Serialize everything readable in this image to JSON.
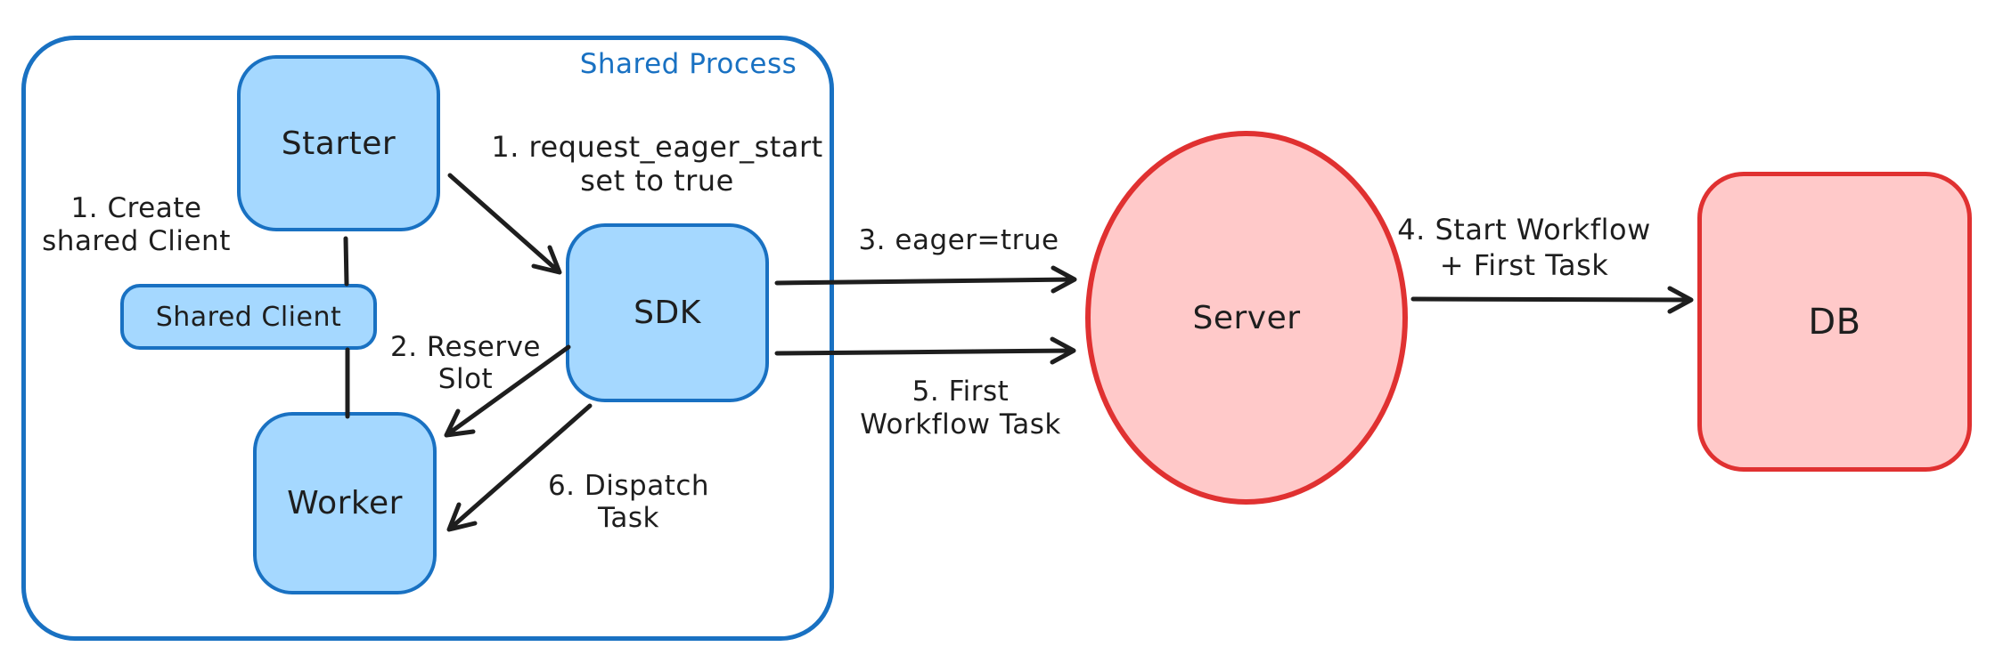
{
  "diagram": {
    "container": {
      "label": "Shared Process"
    },
    "nodes": {
      "starter": {
        "label": "Starter"
      },
      "shared_client": {
        "label": "Shared Client"
      },
      "worker": {
        "label": "Worker"
      },
      "sdk": {
        "label": "SDK"
      },
      "server": {
        "label": "Server"
      },
      "db": {
        "label": "DB"
      }
    },
    "annotations": {
      "create_shared_client": {
        "line1": "1. Create",
        "line2": "shared Client"
      },
      "request_eager_start": {
        "line1": "1. request_eager_start",
        "line2": "set to true"
      },
      "reserve_slot": {
        "line1": "2. Reserve",
        "line2": "Slot"
      },
      "eager_true": {
        "label": "3. eager=true"
      },
      "start_workflow_first_task": {
        "line1": "4. Start Workflow",
        "line2": "+ First Task"
      },
      "first_workflow_task": {
        "line1": "5. First",
        "line2": "Workflow Task"
      },
      "dispatch_task": {
        "label": "6. Dispatch Task"
      }
    },
    "edges": [
      {
        "from": "Starter",
        "to": "Shared Client",
        "type": "line",
        "label": ""
      },
      {
        "from": "Shared Client",
        "to": "Worker",
        "type": "line",
        "label": ""
      },
      {
        "from": "Starter",
        "to": "SDK",
        "type": "arrow",
        "label": "1. request_eager_start set to true"
      },
      {
        "from": "SDK",
        "to": "Worker",
        "type": "arrow",
        "label": "2. Reserve Slot"
      },
      {
        "from": "SDK",
        "to": "Server",
        "type": "arrow",
        "label": "3. eager=true"
      },
      {
        "from": "Server",
        "to": "DB",
        "type": "arrow",
        "label": "4. Start Workflow + First Task"
      },
      {
        "from": "SDK",
        "to": "Server",
        "type": "arrow",
        "label": "5. First Workflow Task"
      },
      {
        "from": "SDK",
        "to": "Worker",
        "type": "arrow",
        "label": "6. Dispatch Task"
      }
    ],
    "colors": {
      "blue_stroke": "#1971c2",
      "blue_fill": "#a5d8ff",
      "red_stroke": "#e03131",
      "red_fill": "#ffc9c9",
      "text": "#1e1e1e",
      "canvas_bg": "#ffffff"
    }
  }
}
